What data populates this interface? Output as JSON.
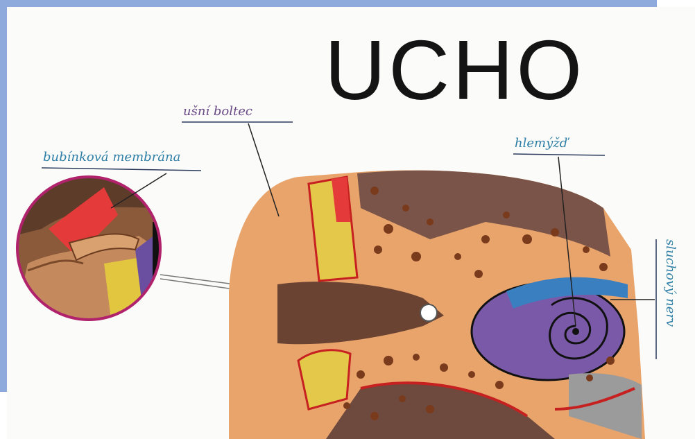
{
  "title": "UCHO",
  "labels": {
    "tympanic_membrane": "bubínková membrána",
    "auricle": "ušní boltec",
    "cochlea": "hlemýžď",
    "auditory_nerve": "sluchový nerv"
  },
  "colors": {
    "frame": "#8ea9db",
    "ink_blue": "#2f7fa6",
    "ink_purple": "#6a4b87",
    "outline_magenta": "#b0226b"
  }
}
